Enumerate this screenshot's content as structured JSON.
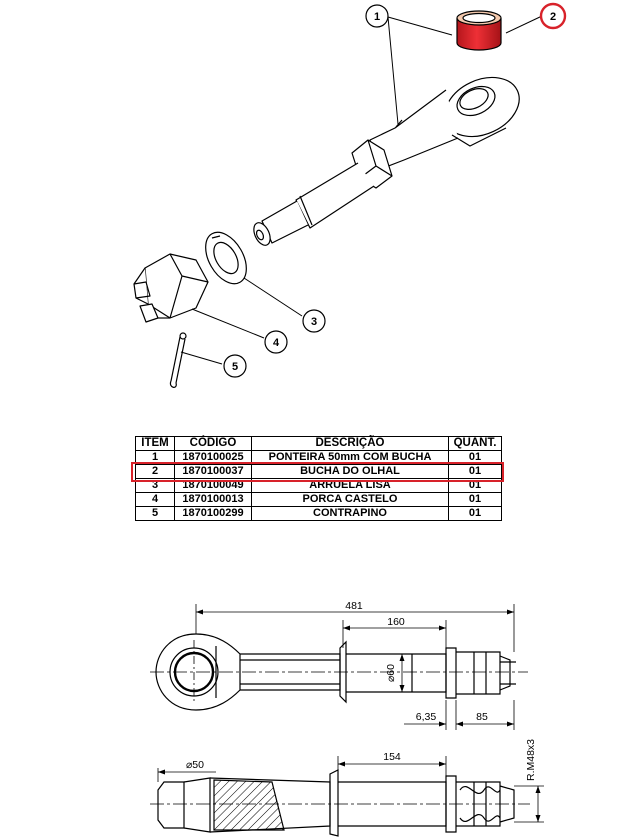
{
  "callouts": {
    "c1": "1",
    "c2": "2",
    "c3": "3",
    "c4": "4",
    "c5": "5"
  },
  "parts_table": {
    "headers": [
      "ITEM",
      "CÓDIGO",
      "DESCRIÇÃO",
      "QUANT."
    ],
    "rows": [
      [
        "1",
        "1870100025",
        "PONTEIRA 50mm COM BUCHA",
        "01"
      ],
      [
        "2",
        "1870100037",
        "BUCHA DO OLHAL",
        "01"
      ],
      [
        "3",
        "1870100049",
        "ARRUELA LISA",
        "01"
      ],
      [
        "4",
        "1870100013",
        "PORCA CASTELO",
        "01"
      ],
      [
        "5",
        "1870100299",
        "CONTRAPINO",
        "01"
      ]
    ],
    "highlighted_item": "2"
  },
  "dimensions": {
    "overall_length": "481",
    "shank_length": "160",
    "shank_diameter": "⌀60",
    "shoulder": "6,35",
    "thread_length": "85",
    "eye_bore": "⌀50",
    "taper_length": "154",
    "thread_spec": "R.M48x3"
  },
  "colors": {
    "highlight": "#d8222a",
    "bushing": "#e0262c",
    "line": "#000000"
  }
}
